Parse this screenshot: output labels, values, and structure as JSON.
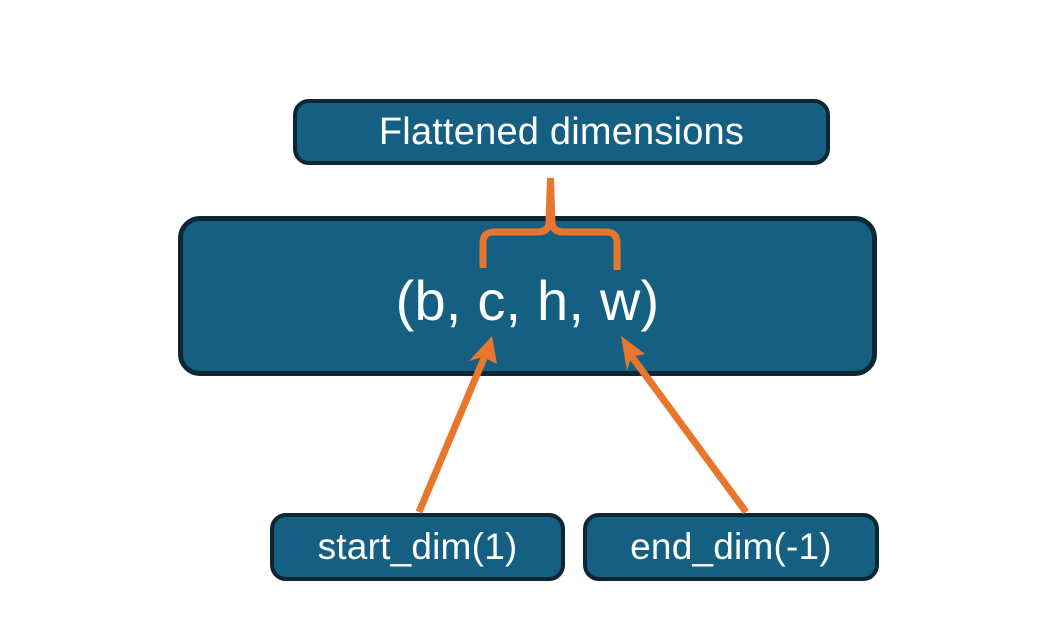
{
  "diagram": {
    "title_node": {
      "label": "Flattened dimensions"
    },
    "shape_node": {
      "label": "(b, c, h, w)"
    },
    "param_nodes": [
      {
        "label": "start_dim(1)"
      },
      {
        "label": "end_dim(-1)"
      }
    ],
    "connectors": {
      "brace": "brace-connector",
      "start_dim_arrow": "start-dim-arrow",
      "end_dim_arrow": "end-dim-arrow"
    },
    "colors": {
      "node_fill": "#156082",
      "node_border": "#0c2733",
      "node_text": "#ffffff",
      "connector": "#e8762c",
      "background": "#ffffff"
    }
  }
}
